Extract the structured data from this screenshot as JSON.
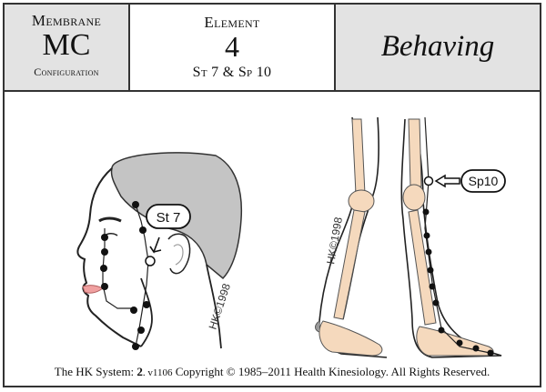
{
  "header": {
    "membrane_label": "Membrane",
    "membrane_code": "MC",
    "membrane_sub": "Configuration",
    "element_label": "Element",
    "element_number": "4",
    "element_points": "St 7 & Sp 10",
    "title": "Behaving"
  },
  "figure": {
    "head_point_label": "St 7",
    "leg_point_label": "Sp10",
    "watermark": "HK©1998"
  },
  "footer": {
    "system": "The HK System: ",
    "system_num": "2",
    "version": ". v1106",
    "copyright": " Copyright © 1985–2011  Health Kinesiology.  All Rights Reserved."
  },
  "colors": {
    "header_gray": "#e3e3e3",
    "hair_gray": "#c4c4c4",
    "bone": "#f5d9bd",
    "lip": "#f0a0a0",
    "line": "#222222"
  }
}
